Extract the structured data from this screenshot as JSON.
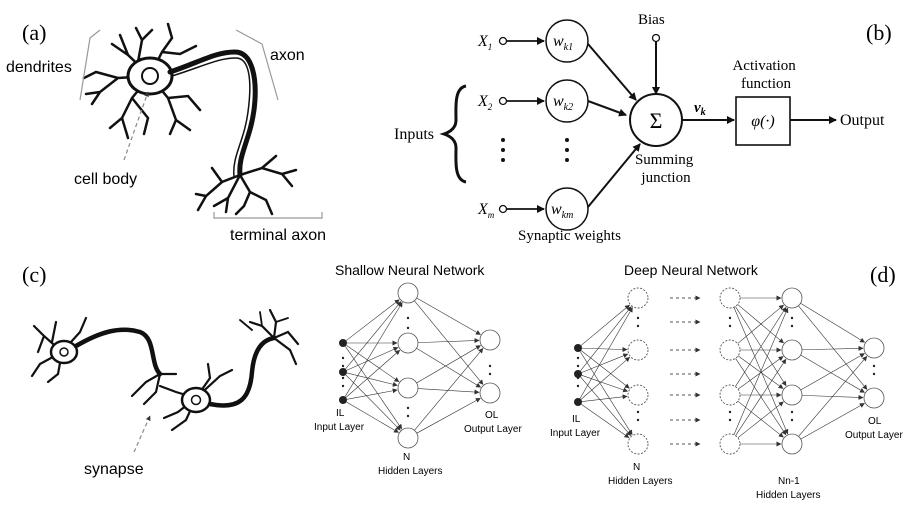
{
  "panel_a": {
    "letter": "(a)",
    "dendrites": "dendrites",
    "axon": "axon",
    "cell_body": "cell body",
    "terminal_axon": "terminal axon"
  },
  "panel_b": {
    "letter": "(b)",
    "inputs": "Inputs",
    "bias": "Bias",
    "x1": "X",
    "x1_sub": "1",
    "x2": "X",
    "x2_sub": "2",
    "xm": "X",
    "xm_sub": "m",
    "wk1": "w",
    "wk1_sub": "k1",
    "wk2": "w",
    "wk2_sub": "k2",
    "wkm": "w",
    "wkm_sub": "km",
    "sigma": "Σ",
    "vk": "v",
    "vk_sub": "k",
    "activation_line1": "Activation",
    "activation_line2": "function",
    "phi": "φ(·)",
    "output": "Output",
    "summing_line1": "Summing",
    "summing_line2": "junction",
    "synaptic_weights": "Synaptic weights"
  },
  "panel_c": {
    "letter": "(c)",
    "synapse": "synapse",
    "shallow_title": "Shallow Neural Network",
    "il": "IL",
    "input_layer": "Input Layer",
    "n": "N",
    "hidden_layers": "Hidden Layers",
    "ol": "OL",
    "output_layer": "Output Layer"
  },
  "panel_d": {
    "letter": "(d)",
    "deep_title": "Deep Neural Network",
    "il": "IL",
    "input_layer": "Input Layer",
    "n": "N",
    "hidden_layers": "Hidden Layers",
    "nn1": "Nn-1",
    "hidden_layers_2": "Hidden Layers",
    "ol": "OL",
    "output_layer": "Output Layer"
  }
}
